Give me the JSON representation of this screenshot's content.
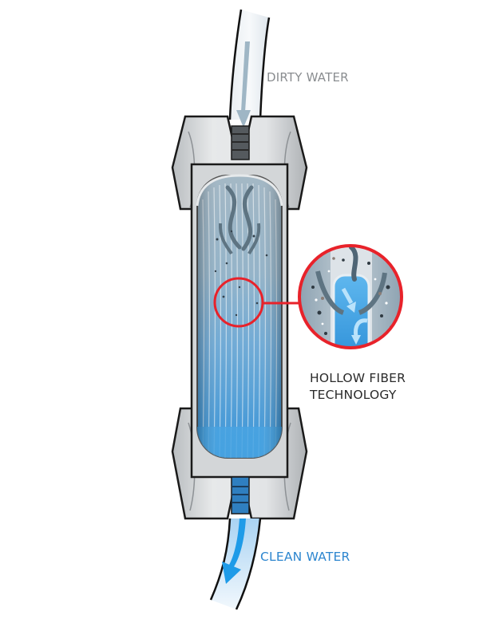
{
  "labels": {
    "dirty_water": "DIRTY WATER",
    "hollow_fiber_line1": "HOLLOW FIBER",
    "hollow_fiber_line2": "TECHNOLOGY",
    "clean_water": "CLEAN WATER"
  },
  "colors": {
    "dirty_text": "#8a8d90",
    "clean_text": "#2d86cf",
    "highlight_ring": "#e8222a",
    "fiber_blue": "#3d9bd8",
    "housing_gray": "#c9ccce",
    "outline": "#1a1a1a"
  },
  "components": {
    "inlet_tube": "dirty-water-inlet",
    "filter_housing": "hollow-fiber-cartridge",
    "magnifier": "hollow-fiber-closeup",
    "outlet_tube": "clean-water-outlet"
  }
}
